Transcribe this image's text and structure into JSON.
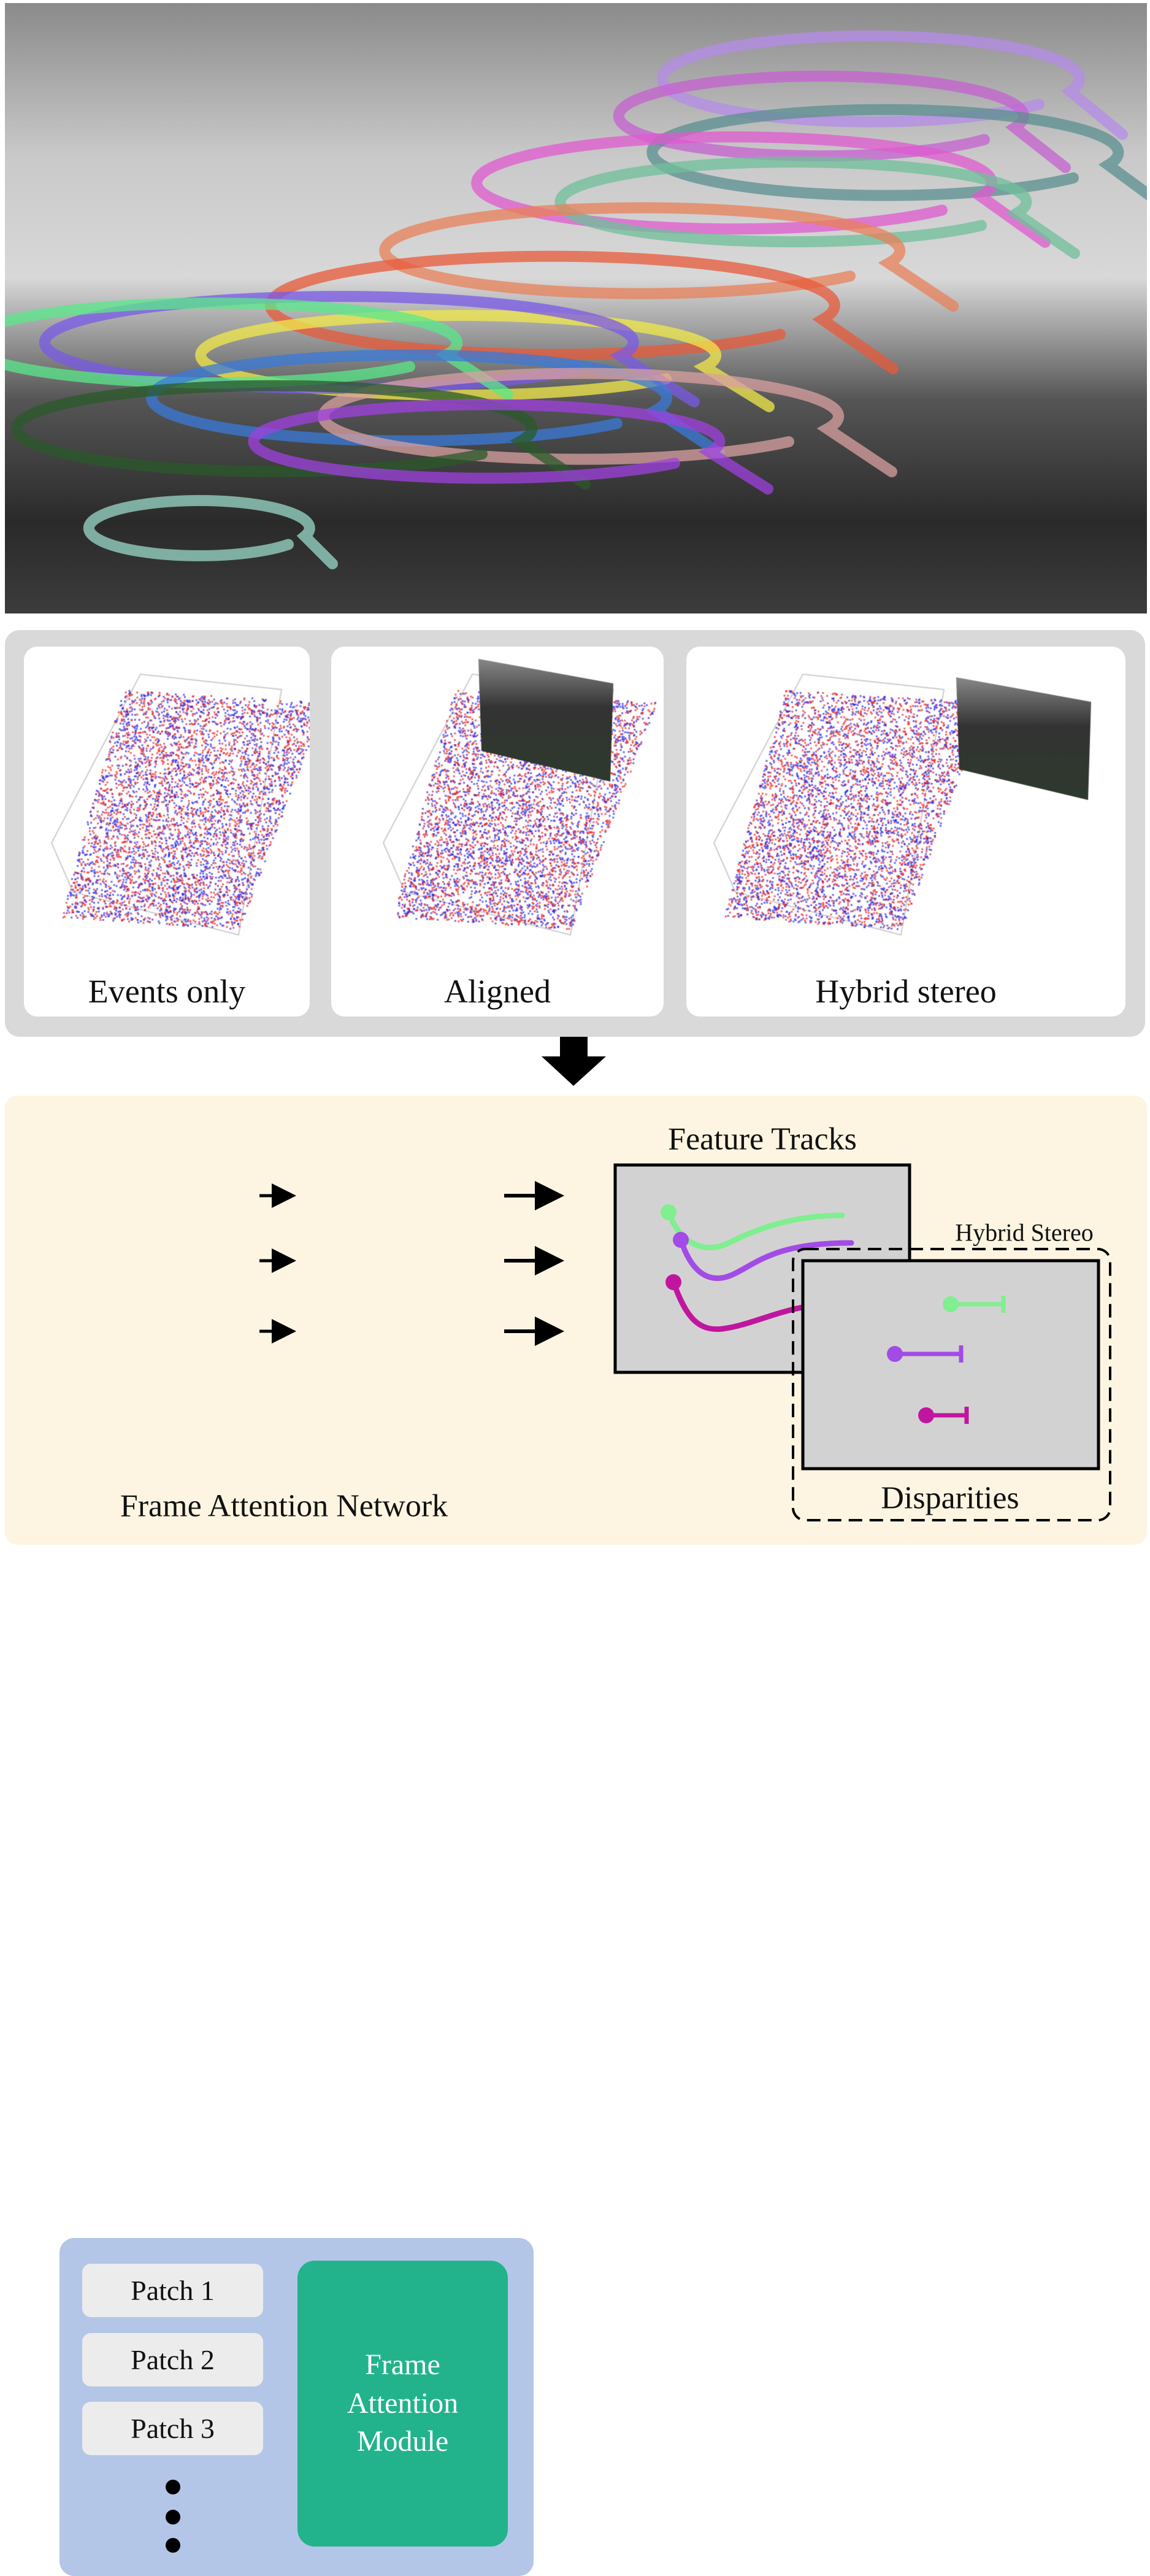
{
  "photo": {
    "description_icon": "feature-tracks-photo"
  },
  "modes": {
    "cards": [
      {
        "label": "Events only",
        "has_frame": false
      },
      {
        "label": "Aligned",
        "has_frame": true
      },
      {
        "label": "Hybrid stereo",
        "has_frame": true
      }
    ],
    "colors": {
      "positive": "#e8231f",
      "negative": "#2a2ae8"
    }
  },
  "model": {
    "network_label": "Frame Attention Network",
    "patches": [
      "Patch 1",
      "Patch 2",
      "Patch 3"
    ],
    "module_lines": [
      "Frame",
      "Attention",
      "Module"
    ],
    "feature_tracks_label": "Feature Tracks",
    "hybrid_stereo_label": "Hybrid Stereo",
    "disparities_label": "Disparities",
    "track_colors": [
      "#7fef8f",
      "#a24be6",
      "#c0169f"
    ]
  }
}
